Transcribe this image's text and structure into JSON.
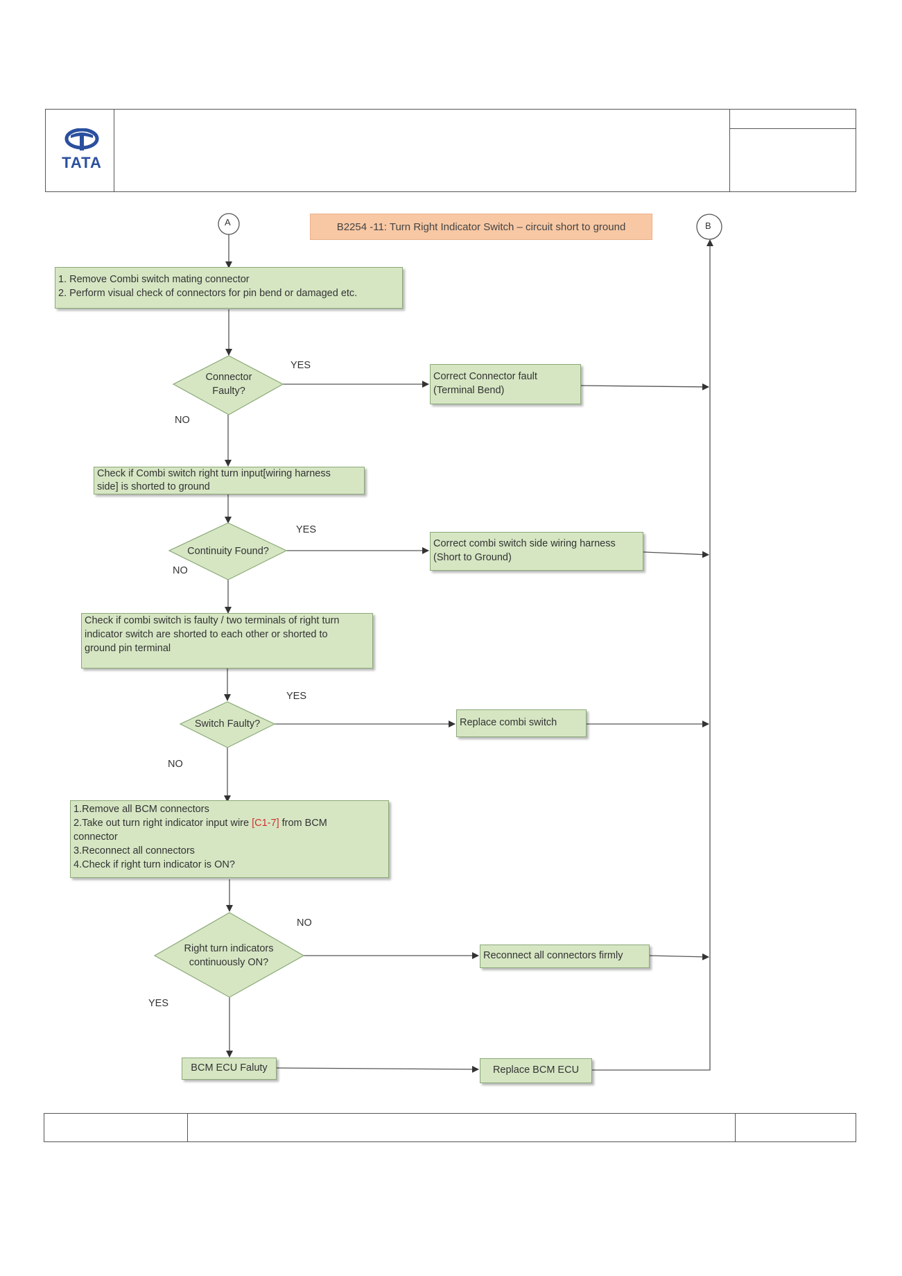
{
  "header": {
    "logo_text": "TATA"
  },
  "flow": {
    "title": "B2254 -11: Turn Right Indicator Switch – circuit short to ground",
    "connector_a": "A",
    "connector_b": "B",
    "step1": {
      "line1": "1. Remove Combi switch mating connector",
      "line2": "2. Perform visual check of connectors for pin bend or damaged etc."
    },
    "decision1": {
      "line1": "Connector",
      "line2": "Faulty?"
    },
    "action1": {
      "line1": "Correct Connector fault",
      "line2": "(Terminal Bend)"
    },
    "step2": {
      "line1": "Check if  Combi switch right turn input[wiring harness",
      "line2": "side] is shorted to ground"
    },
    "decision2": {
      "line1": "Continuity Found?"
    },
    "action2": {
      "line1": "Correct combi switch side wiring harness",
      "line2": "(Short to Ground)"
    },
    "step3": {
      "line1": "Check if combi switch is faulty / two terminals of right turn",
      "line2": "indicator  switch  are shorted to each other or shorted to",
      "line3": "ground pin terminal"
    },
    "decision3": {
      "line1": "Switch Faulty?"
    },
    "action3": {
      "line1": "Replace combi switch"
    },
    "step4": {
      "line1": "1.Remove all BCM connectors",
      "line2a": "2.Take out turn right indicator input wire ",
      "line2b": "[C1-7]",
      "line2c": " from BCM",
      "line3": "connector",
      "line4": "3.Reconnect all connectors",
      "line5": "4.Check if right turn indicator is ON?"
    },
    "decision4": {
      "line1": "Right turn indicators",
      "line2": "continuously  ON?"
    },
    "action4": {
      "line1": "Reconnect all connectors firmly"
    },
    "step5": {
      "line1": "BCM ECU Faluty"
    },
    "action5": {
      "line1": "Replace BCM ECU"
    },
    "labels": {
      "yes1": "YES",
      "no1": "NO",
      "yes2": "YES",
      "no2": "NO",
      "yes3": "YES",
      "no3": "NO",
      "no4": "NO",
      "yes4": "YES"
    },
    "colors": {
      "box_fill": "#d6e6c3",
      "box_border": "#8aa876",
      "title_fill": "#f8c8a4",
      "highlight": "#d0312d",
      "logo": "#2a4f9e"
    }
  }
}
